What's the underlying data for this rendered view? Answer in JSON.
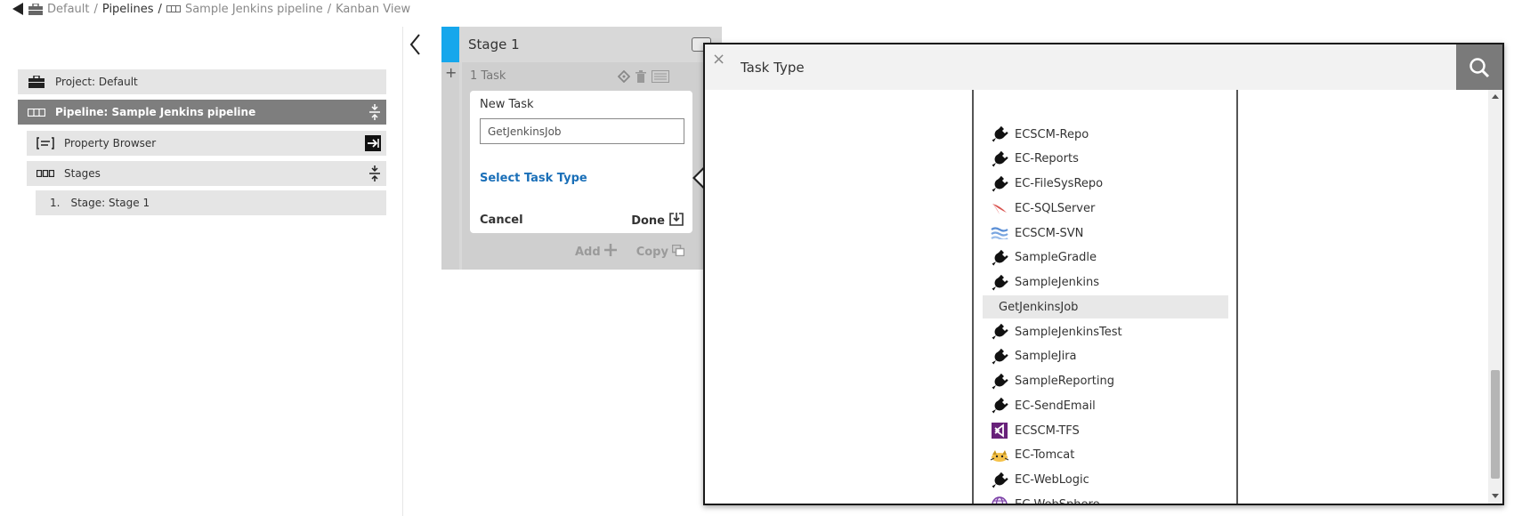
{
  "breadcrumb": {
    "project": "Default",
    "sep": "/",
    "pipelines": "Pipelines",
    "pipeline": "Sample Jenkins pipeline",
    "view": "Kanban View"
  },
  "tree": {
    "project": "Project: Default",
    "pipeline": "Pipeline: Sample Jenkins pipeline",
    "property_browser": "Property Browser",
    "stages": "Stages",
    "stage_num": "1.",
    "stage": "Stage: Stage 1"
  },
  "stage": {
    "title": "Stage 1",
    "plus": "+",
    "task_count": "1 Task",
    "new_task_label": "New Task",
    "task_name_value": "GetJenkinsJob",
    "select_task_type": "Select Task Type",
    "cancel": "Cancel",
    "done": "Done",
    "add": "Add",
    "copy": "Copy"
  },
  "popup": {
    "close": "×",
    "title": "Task Type"
  },
  "task_types": [
    {
      "label": "ECSCM-Repo",
      "icon": "plug-icon"
    },
    {
      "label": "EC-Reports",
      "icon": "plug-icon"
    },
    {
      "label": "EC-FileSysRepo",
      "icon": "plug-icon"
    },
    {
      "label": "EC-SQLServer",
      "icon": "sqlserver-icon"
    },
    {
      "label": "ECSCM-SVN",
      "icon": "svn-icon"
    },
    {
      "label": "SampleGradle",
      "icon": "plug-icon"
    },
    {
      "label": "SampleJenkins",
      "icon": "plug-icon"
    },
    {
      "label": "GetJenkinsJob",
      "icon": "",
      "selected": true
    },
    {
      "label": "SampleJenkinsTest",
      "icon": "plug-icon"
    },
    {
      "label": "SampleJira",
      "icon": "plug-icon"
    },
    {
      "label": "SampleReporting",
      "icon": "plug-icon"
    },
    {
      "label": "EC-SendEmail",
      "icon": "plug-icon"
    },
    {
      "label": "ECSCM-TFS",
      "icon": "visualstudio-icon"
    },
    {
      "label": "EC-Tomcat",
      "icon": "tomcat-icon"
    },
    {
      "label": "EC-WebLogic",
      "icon": "plug-icon"
    },
    {
      "label": "EC-WebSphere",
      "icon": "websphere-icon"
    }
  ],
  "colors": {
    "accent": "#16a7ec",
    "link": "#1a6fb8",
    "active_row": "#7e7e7e",
    "search_bg": "#7a7a7a"
  }
}
